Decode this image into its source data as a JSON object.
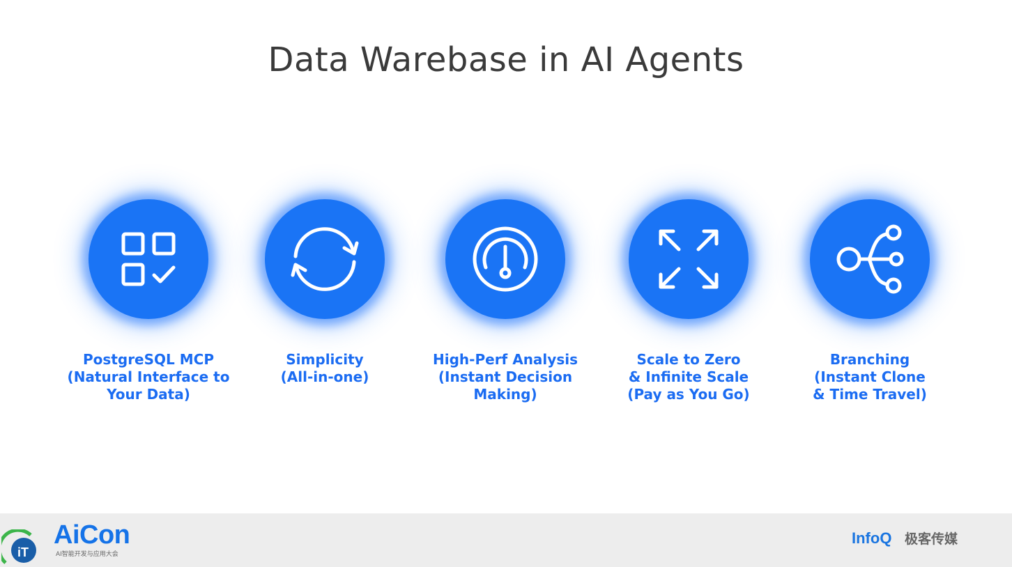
{
  "title": "Data Warebase in AI Agents",
  "features": [
    {
      "icon": "grid-check-icon",
      "lines": [
        "PostgreSQL MCP",
        "(Natural Interface to",
        "Your Data)"
      ]
    },
    {
      "icon": "refresh-icon",
      "lines": [
        "Simplicity",
        "(All-in-one)"
      ]
    },
    {
      "icon": "gauge-icon",
      "lines": [
        "High-Perf Analysis",
        "(Instant Decision",
        "Making)"
      ]
    },
    {
      "icon": "expand-arrows-icon",
      "lines": [
        "Scale to Zero",
        "& Infinite Scale",
        "(Pay as You Go)"
      ]
    },
    {
      "icon": "branch-icon",
      "lines": [
        "Branching",
        "(Instant Clone",
        "& Time Travel)"
      ]
    }
  ],
  "footer": {
    "aicon_logo": "AiCon",
    "aicon_sub": "AI智能开发与应用大会",
    "infoq_logo": "InfoQ",
    "infoq_cn": "极客传媒"
  },
  "colors": {
    "accent": "#1a74f5",
    "label": "#1b6cf2",
    "title": "#3a3a3a",
    "footer_bg": "#ededed"
  }
}
